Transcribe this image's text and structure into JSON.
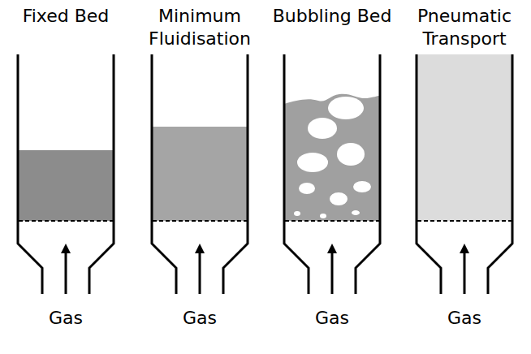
{
  "diagram": {
    "nodes": [
      {
        "text": [
          "Fixed Bed",
          "Gas"
        ]
      },
      {
        "text": [
          "Minimum Fluidisation",
          "Gas"
        ]
      },
      {
        "text": [
          "Bubbling Bed",
          "Gas"
        ]
      },
      {
        "text": [
          "Pneumatic Transport",
          "Gas"
        ]
      }
    ]
  }
}
